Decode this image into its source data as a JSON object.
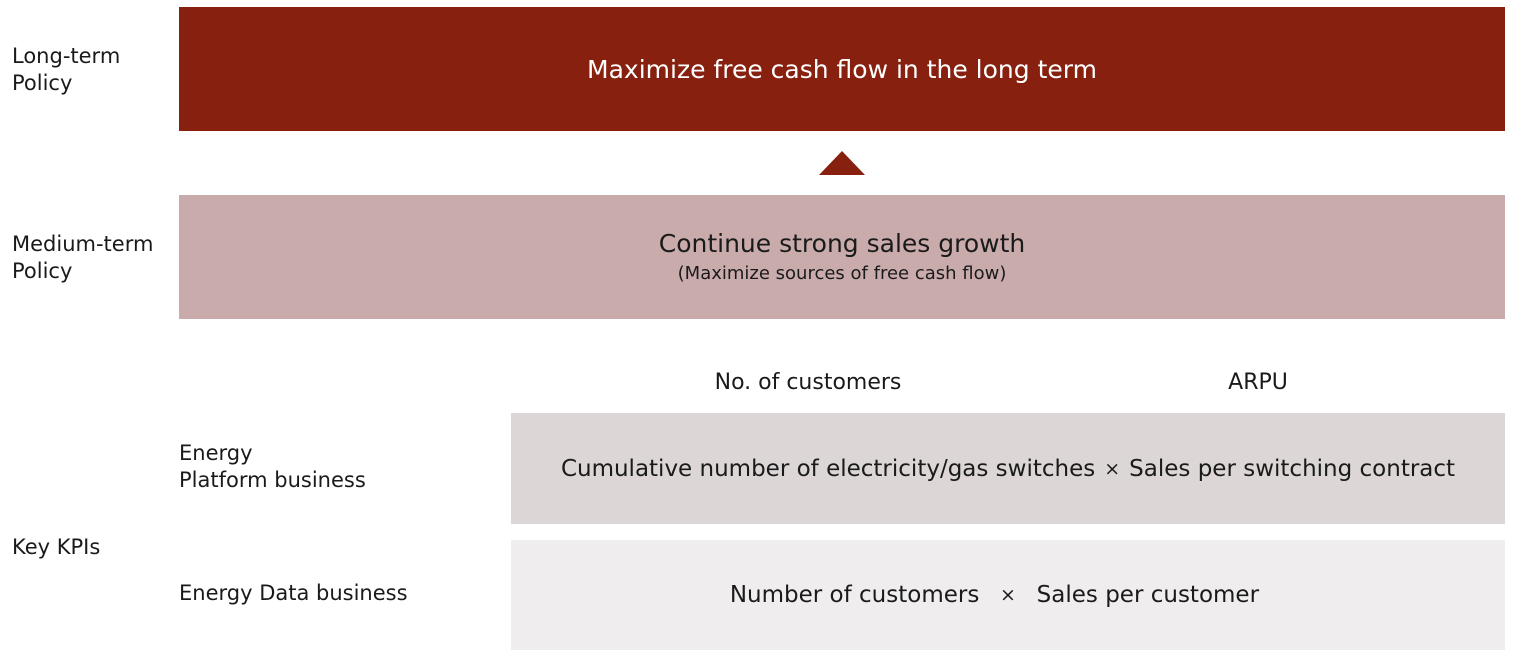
{
  "rows": {
    "long_term_label": "Long-term\nPolicy",
    "medium_term_label": "Medium-term\nPolicy",
    "key_kpis_label": "Key KPIs"
  },
  "long_term": {
    "text": "Maximize free cash flow in the long term"
  },
  "medium_term": {
    "main": "Continue strong sales growth",
    "sub": "(Maximize sources of free cash flow)"
  },
  "kpi_columns": {
    "customers": "No. of customers",
    "arpu": "ARPU"
  },
  "businesses": {
    "platform": {
      "label": "Energy\nPlatform business",
      "customers_kpi": "Cumulative number of electricity/gas switches",
      "operator": "×",
      "arpu_kpi": "Sales per switching contract"
    },
    "data": {
      "label": "Energy Data business",
      "customers_kpi": "Number of customers",
      "operator": "×",
      "arpu_kpi": "Sales per customer"
    }
  },
  "colors": {
    "dark_red": "#87200f",
    "pink": "#c9abab",
    "light_gray": "#dcd6d6",
    "lighter_gray": "#efeded"
  }
}
